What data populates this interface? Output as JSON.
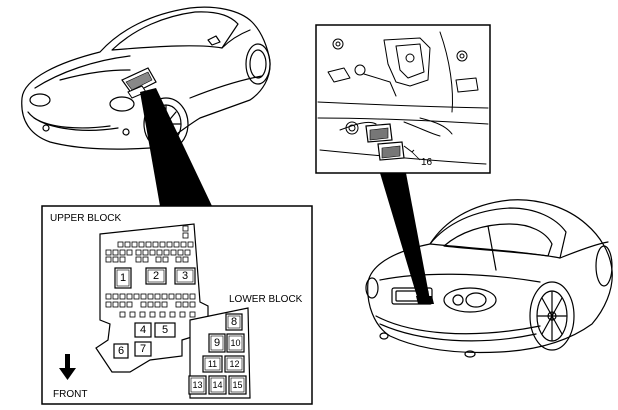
{
  "labels": {
    "upper_block": "UPPER BLOCK",
    "lower_block": "LOWER BLOCK",
    "front": "FRONT",
    "callout": "16"
  },
  "fuses": {
    "upper": [
      "1",
      "2",
      "3",
      "4",
      "5",
      "6",
      "7"
    ],
    "lower": [
      "8",
      "9",
      "10",
      "11",
      "12",
      "13",
      "14",
      "15"
    ]
  }
}
